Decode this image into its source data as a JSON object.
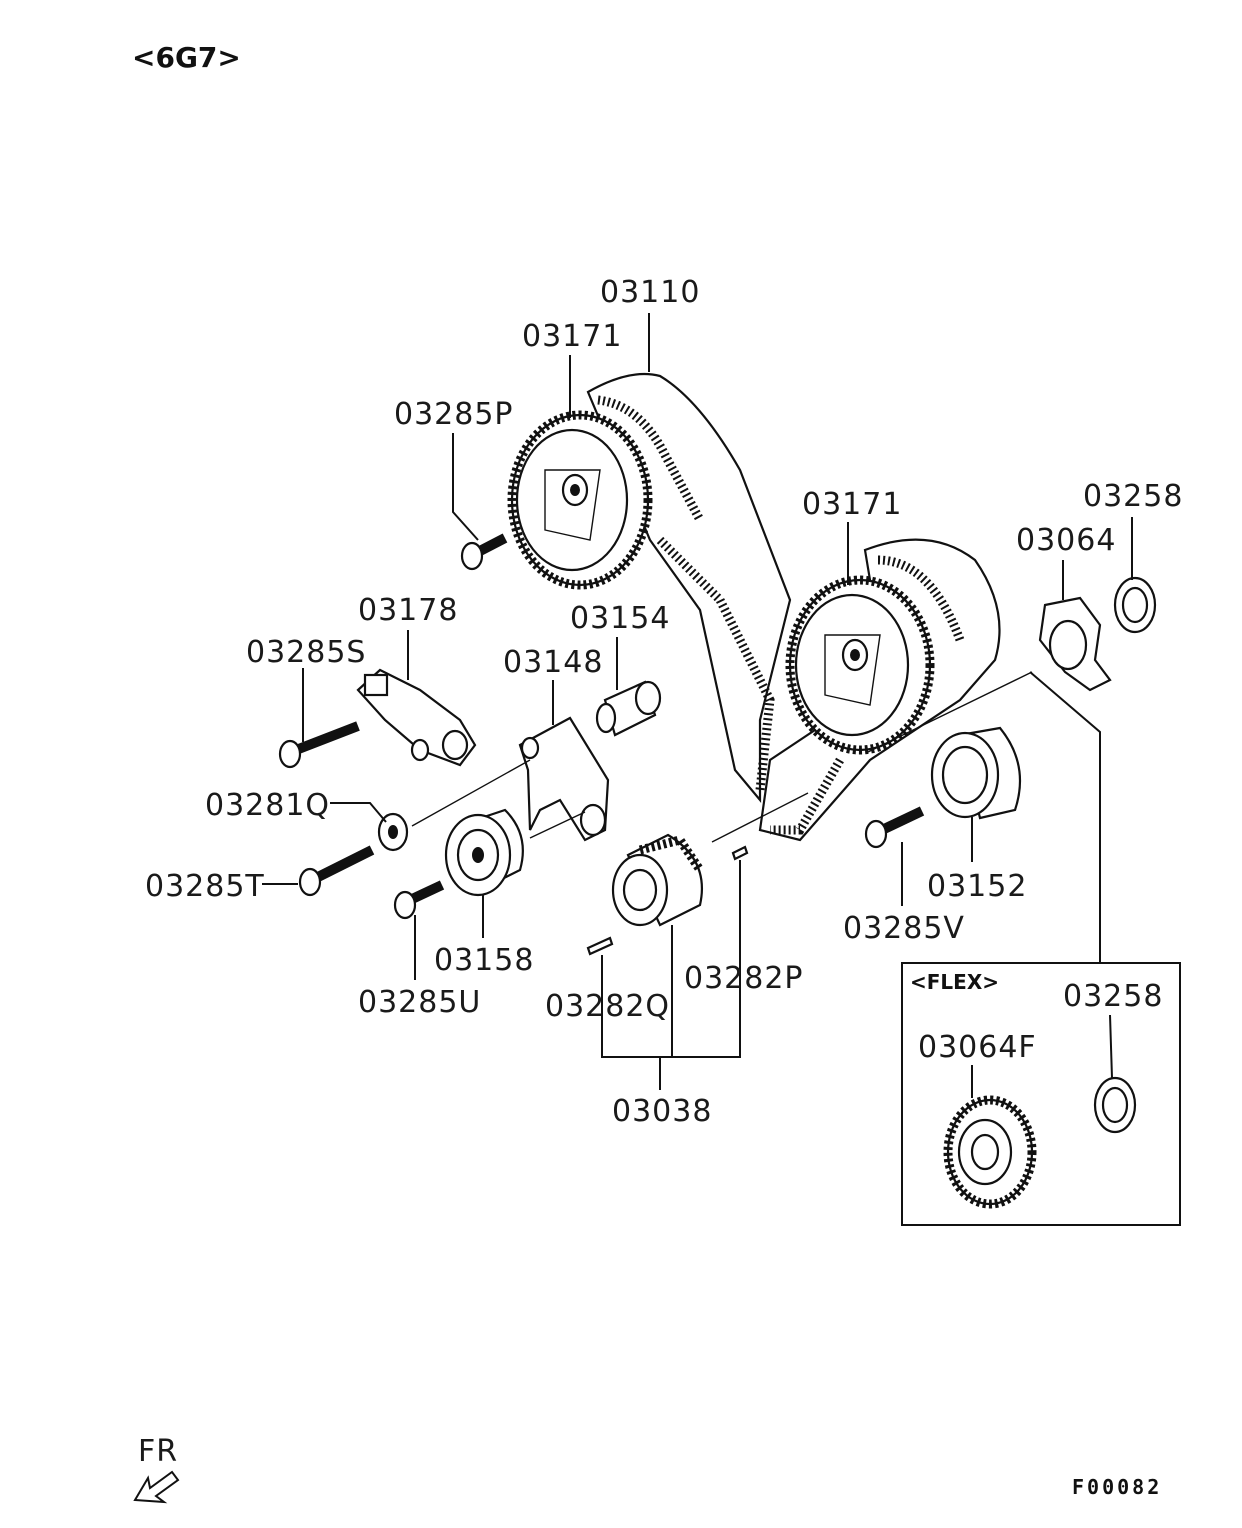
{
  "header": {
    "engine_code": "<6G7>"
  },
  "footer": {
    "front_label": "FR",
    "figure_code": "F00082"
  },
  "inset": {
    "title": "<FLEX>"
  },
  "labels": {
    "belt": "03110",
    "cam_sprocket_left": "03171",
    "cam_sprocket_right": "03171",
    "bolt_p": "03285P",
    "tensioner_lifter": "03178",
    "bolt_s": "03285S",
    "tensioner_arm": "03148",
    "shaft": "03154",
    "washer": "03281Q",
    "bolt_t": "03285T",
    "tensioner_pulley": "03158",
    "bolt_u": "03285U",
    "key_q": "03282Q",
    "key_p": "03282P",
    "crank_group": "03038",
    "plate": "03064",
    "spacer_top": "03258",
    "idler_pulley": "03152",
    "bolt_v": "03285V",
    "spacer_flex": "03258",
    "plate_flex": "03064F"
  }
}
